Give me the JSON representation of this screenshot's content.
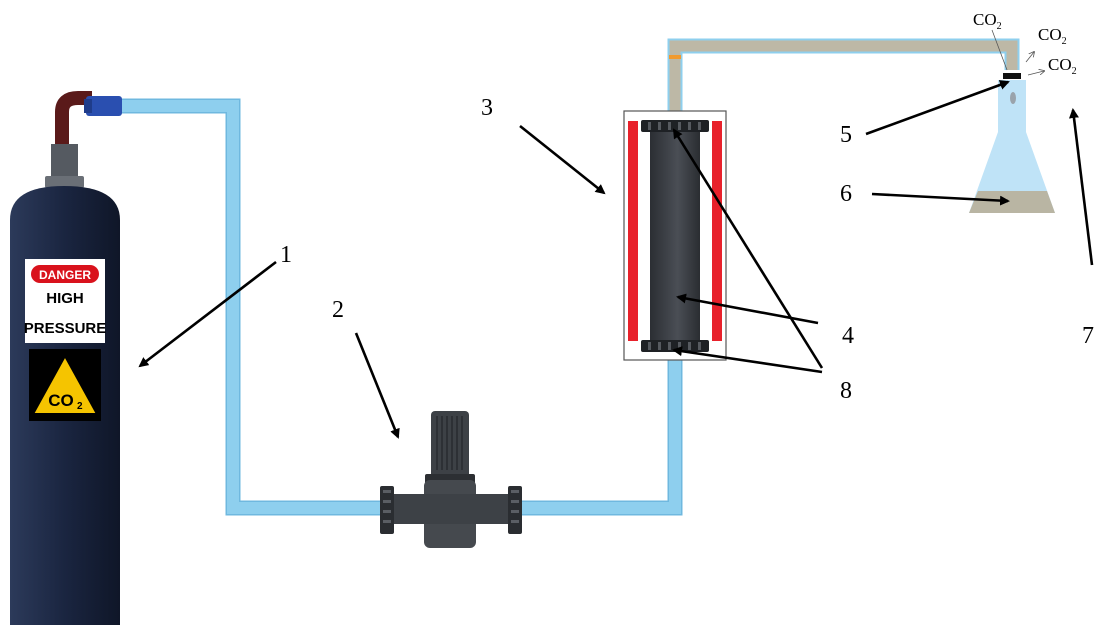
{
  "colors": {
    "pipe": "#8ecfee",
    "pipe_edge": "#6fb8df",
    "gas_pipe": "#bdb8a6",
    "cylinder": "#1d2a45",
    "heater": "#e8212b",
    "column": "#3b3f44",
    "pump": "#3d4146",
    "flask": "#bfe3f7",
    "liquid": "#b9b5a3",
    "valve": "#5a1a1a",
    "sign_red": "#d9121c",
    "sign_yellow": "#f5c400"
  },
  "icons": {
    "cylinder": "gas-cylinder-icon",
    "pump": "pump-icon",
    "column": "extraction-vessel-icon",
    "flask": "erlenmeyer-flask-icon"
  },
  "cylinder_sign": {
    "danger": "DANGER",
    "line1": "HIGH",
    "line2": "PRESSURE",
    "hazard_main": "CO",
    "hazard_sub": "2"
  },
  "labels": {
    "n1": "1",
    "n2": "2",
    "n3": "3",
    "n4": "4",
    "n5": "5",
    "n6": "6",
    "n7": "7",
    "n8": "8"
  },
  "gas": {
    "main": "CO",
    "sub": "2"
  }
}
